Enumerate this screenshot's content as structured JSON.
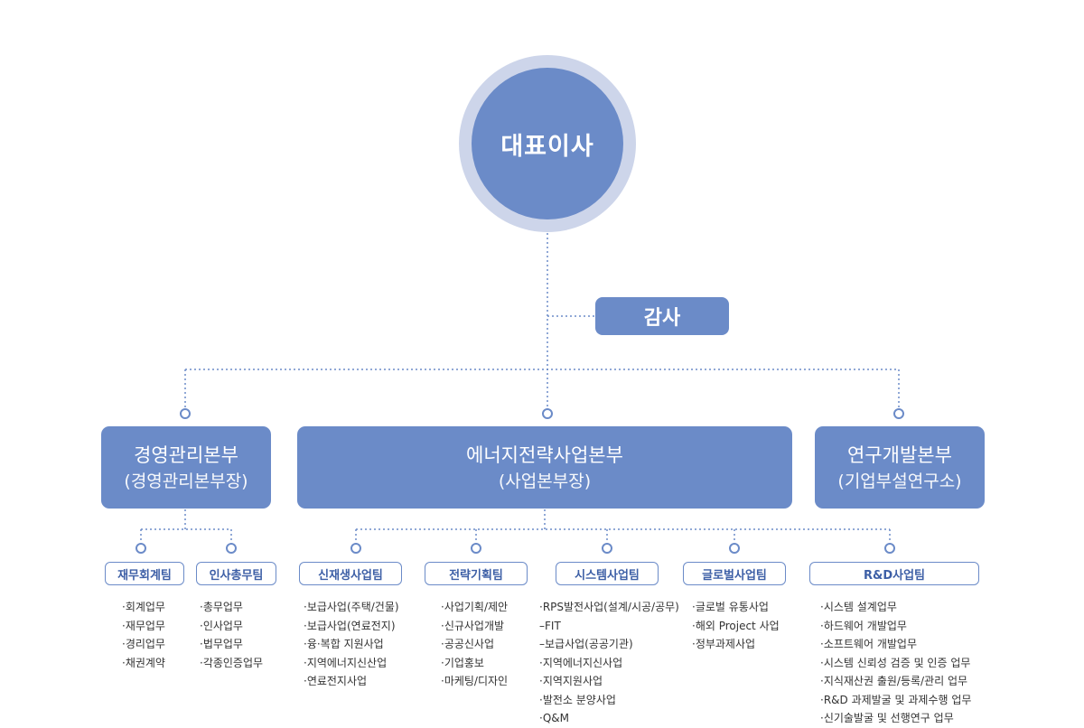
{
  "ceo": {
    "label": "대표이사"
  },
  "audit": {
    "label": "감사"
  },
  "divisions": [
    {
      "id": "mgmt",
      "title": "경영관리본부",
      "subtitle": "(경영관리본부장)"
    },
    {
      "id": "energy",
      "title": "에너지전략사업본부",
      "subtitle": "(사업본부장)"
    },
    {
      "id": "rnd",
      "title": "연구개발본부",
      "subtitle": "(기업부설연구소)"
    }
  ],
  "teams": [
    {
      "id": "finance",
      "name": "재무회계팀",
      "tasks": [
        "·회계업무",
        "·재무업무",
        "·경리업무",
        "·채권계약"
      ]
    },
    {
      "id": "hr",
      "name": "인사총무팀",
      "tasks": [
        "·총무업무",
        "·인사업무",
        "·법무업무",
        "·각종인증업무"
      ]
    },
    {
      "id": "renewable",
      "name": "신재생사업팀",
      "tasks": [
        "·보급사업(주택/건물)",
        "·보급사업(연료전지)",
        "·융·복합 지원사업",
        "·지역에너지신산업",
        "·연료전지사업"
      ]
    },
    {
      "id": "strategy",
      "name": "전략기획팀",
      "tasks": [
        "·사업기획/제안",
        "·신규사업개발",
        "·공공신사업",
        "·기업홍보",
        "·마케팅/디자인"
      ]
    },
    {
      "id": "system",
      "name": "시스템사업팀",
      "tasks": [
        "·RPS발전사업(설계/시공/공무)",
        "–FIT",
        "–보급사업(공공기관)",
        "·지역에너지신사업",
        "·지역지원사업",
        "·발전소 분양사업",
        "·Q&M"
      ]
    },
    {
      "id": "global",
      "name": "글로벌사업팀",
      "tasks": [
        "·글로벌 유통사업",
        "·해외 Project 사업",
        "·정부과제사업"
      ]
    },
    {
      "id": "rndteam",
      "name": "R&D사업팀",
      "tasks": [
        "·시스템 설계업무",
        "·하드웨어 개발업무",
        "·소프트웨어 개발업무",
        "·시스템 신뢰성 검증 및 인증 업무",
        "·지식재산권 출원/등록/관리 업무",
        "·R&D 과제발굴 및 과제수행 업무",
        "·신기술발굴 및 선행연구 업무"
      ]
    }
  ],
  "colors": {
    "primary": "#6b8bc8",
    "ring": "#cdd5ea",
    "team_text": "#3d5fa6"
  }
}
